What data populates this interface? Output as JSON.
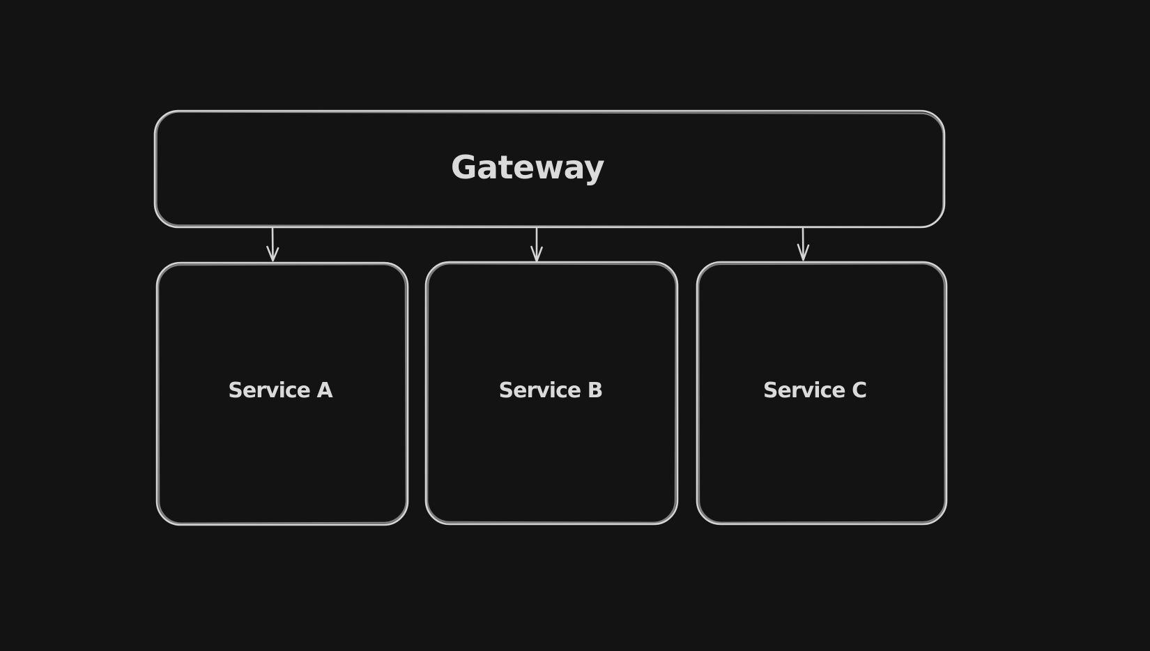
{
  "canvas": {
    "background_color": "#131313",
    "stroke_color": "#d5d5d5",
    "text_color": "#dadada"
  },
  "nodes": {
    "gateway": {
      "label": "Gateway"
    },
    "service_a": {
      "label": "Service A"
    },
    "service_b": {
      "label": "Service B"
    },
    "service_c": {
      "label": "Service C"
    }
  },
  "connections": [
    {
      "id": "gateway-to-service-a",
      "from": "Gateway",
      "to": "Service A"
    },
    {
      "id": "gateway-to-service-b",
      "from": "Gateway",
      "to": "Service B"
    },
    {
      "id": "gateway-to-service-c",
      "from": "Gateway",
      "to": "Service C"
    }
  ]
}
